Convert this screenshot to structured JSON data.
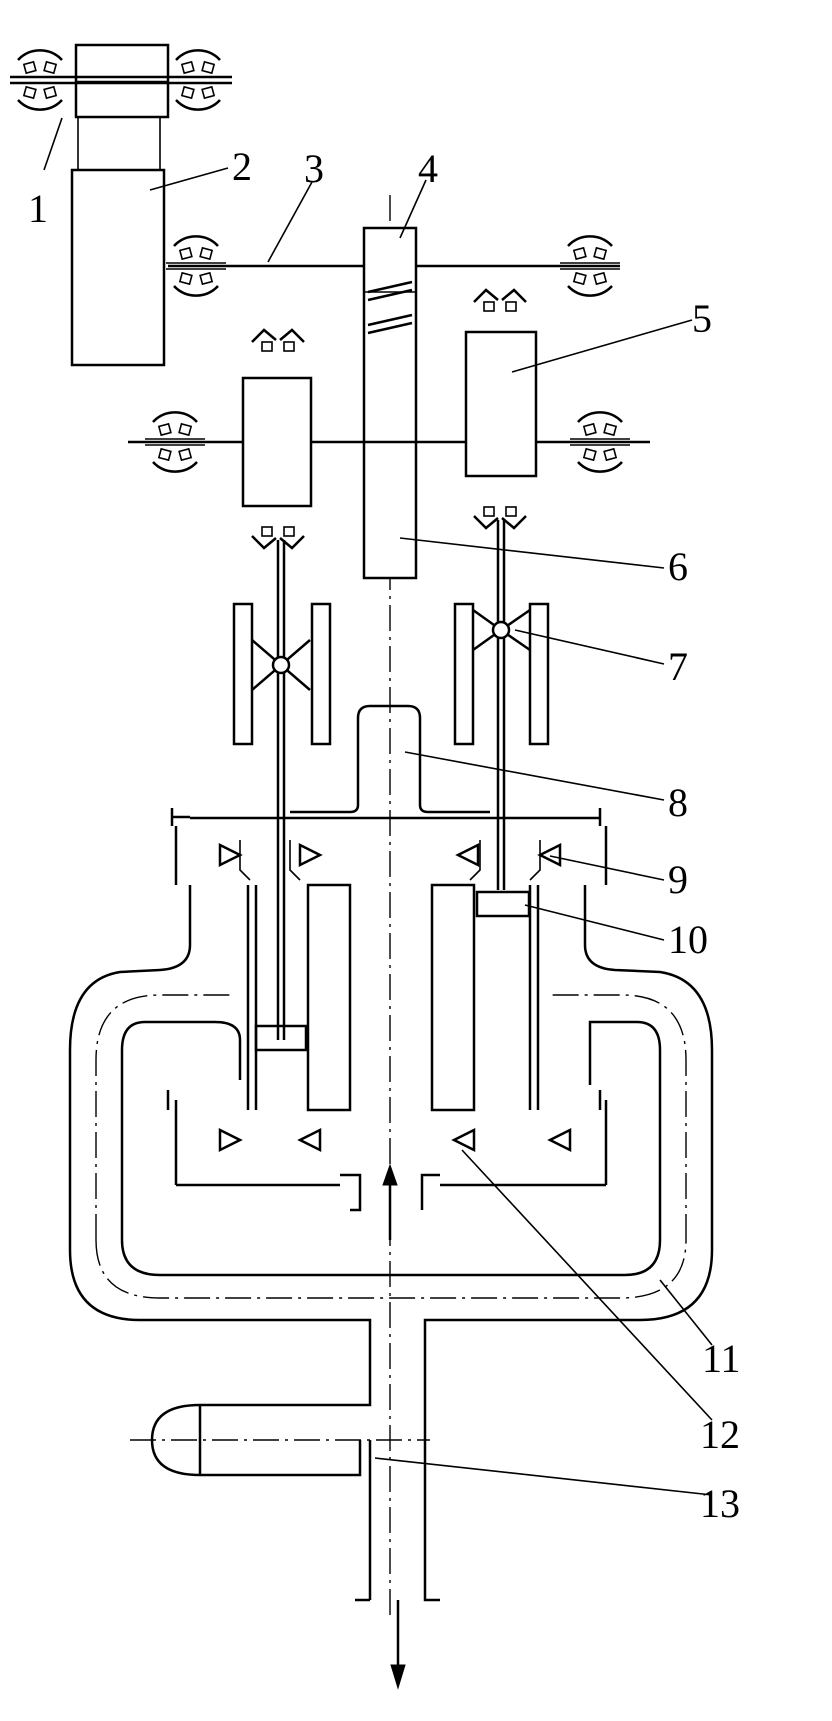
{
  "diagram": {
    "labels": [
      {
        "id": "l1",
        "text": "1"
      },
      {
        "id": "l2",
        "text": "2"
      },
      {
        "id": "l3",
        "text": "3"
      },
      {
        "id": "l4",
        "text": "4"
      },
      {
        "id": "l5",
        "text": "5"
      },
      {
        "id": "l6",
        "text": "6"
      },
      {
        "id": "l7",
        "text": "7"
      },
      {
        "id": "l8",
        "text": "8"
      },
      {
        "id": "l9",
        "text": "9"
      },
      {
        "id": "l10",
        "text": "10"
      },
      {
        "id": "l11",
        "text": "11"
      },
      {
        "id": "l12",
        "text": "12"
      },
      {
        "id": "l13",
        "text": "13"
      }
    ]
  }
}
